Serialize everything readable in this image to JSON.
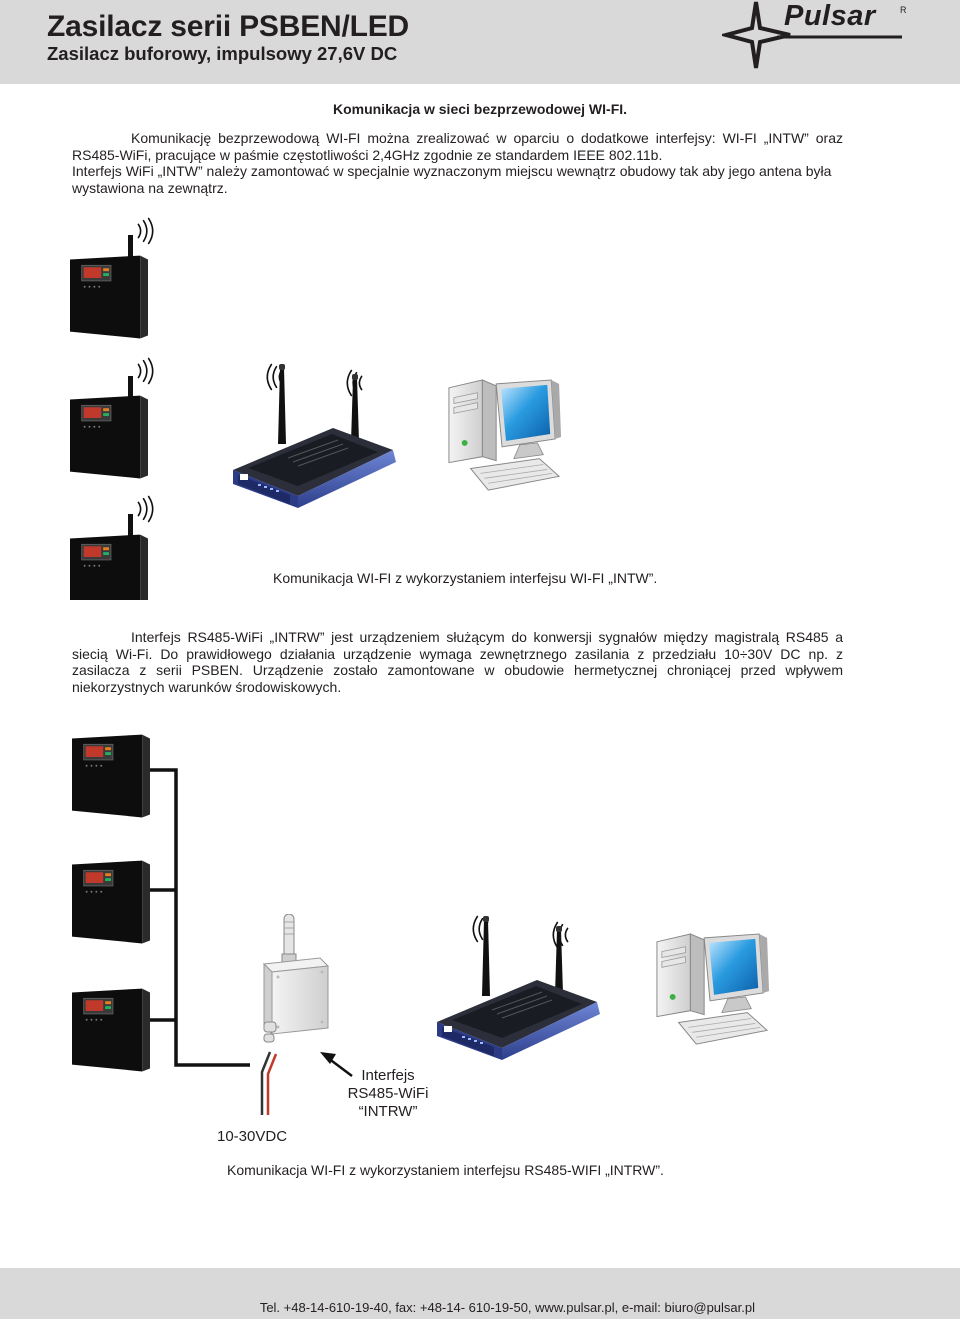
{
  "header": {
    "title": "Zasilacz serii PSBEN/LED",
    "subtitle": "Zasilacz buforowy, impulsowy 27,6V DC",
    "logo_text": "Pulsar",
    "logo_mark": "R"
  },
  "section_title": "Komunikacja w sieci bezprzewodowej WI-FI.",
  "paragraph1": [
    "Komunikację bezprzewodową WI-FI można zrealizować w oparciu o dodatkowe interfejsy: WI-FI „INTW” oraz",
    "RS485-WiFi, pracujące w paśmie częstotliwości 2,4GHz zgodnie ze standardem IEEE 802.11b.",
    "Interfejs WiFi „INTW” należy zamontować w specjalnie wyznaczonym miejscu wewnątrz obudowy tak aby jego antena była",
    "wystawiona na zewnątrz."
  ],
  "caption1": "Komunikacja WI-FI z wykorzystaniem interfejsu WI-FI „INTW”.",
  "paragraph2": [
    "Interfejs RS485-WiFi „INTRW” jest urządzeniem służącym do konwersji sygnałów między magistralą RS485 a",
    "siecią Wi-Fi.  Do prawidłowego działania urządzenie wymaga zewnętrznego zasilania z przedziału 10÷30V DC np. z",
    "zasilacza z serii PSBEN. Urządzenie zostało zamontowane w obudowie hermetycznej chroniącej przed wpływem",
    "niekorzystnych warunków środowiskowych."
  ],
  "diagram2": {
    "interface_label": [
      "Interfejs",
      "RS485-WiFi",
      "“INTRW”"
    ],
    "power_label": "10-30VDC"
  },
  "caption2": "Komunikacja WI-FI z wykorzystaniem interfejsu RS485-WIFI „INTRW”.",
  "footer": {
    "contact": "Tel. +48-14-610-19-40,  fax: +48-14- 610-19-50,  www.pulsar.pl, e-mail: biuro@pulsar.pl"
  },
  "icons": [
    "pulsar-logo-icon",
    "power-supply-icon",
    "wifi-waves-icon",
    "router-icon",
    "computer-icon",
    "rs485-wifi-module-icon",
    "arrow-icon"
  ],
  "colors": {
    "header_bg": "#d9d9d9",
    "device_body": "#111111",
    "router_blue": "#3f58b0",
    "monitor_screen": "#1b8fd6"
  }
}
